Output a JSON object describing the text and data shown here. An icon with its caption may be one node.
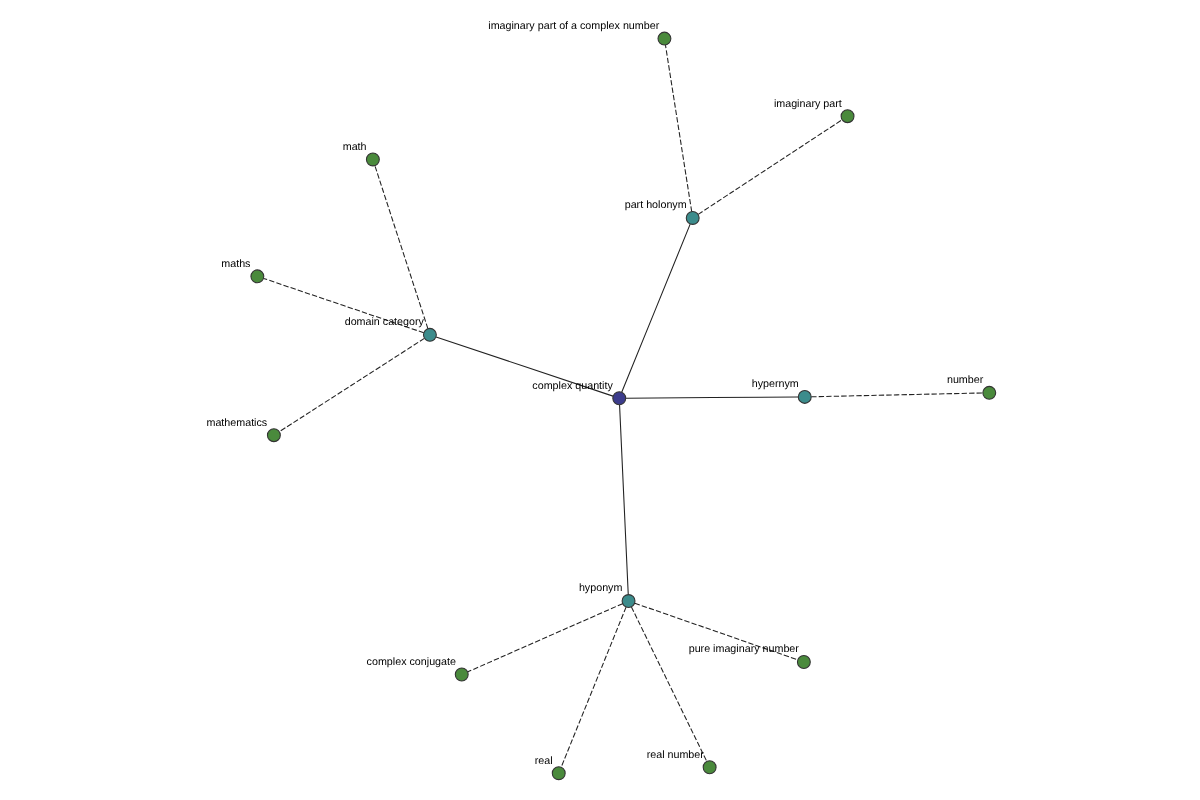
{
  "diagram": {
    "nodes": [
      {
        "text": [
          "complex quantity"
        ]
      },
      {
        "text": [
          "hyponym"
        ]
      },
      {
        "text": [
          "hypernym"
        ]
      },
      {
        "text": [
          "part holonym"
        ]
      },
      {
        "text": [
          "domain category"
        ]
      },
      {
        "text": [
          "complex conjugate"
        ]
      },
      {
        "text": [
          "real"
        ]
      },
      {
        "text": [
          "pure imaginary number"
        ]
      },
      {
        "text": [
          "real number"
        ]
      },
      {
        "text": [
          "mathematics"
        ]
      },
      {
        "text": [
          "maths"
        ]
      },
      {
        "text": [
          "math"
        ]
      },
      {
        "text": [
          "number"
        ]
      },
      {
        "text": [
          "imaginary part"
        ]
      },
      {
        "text": [
          "imaginary part of a complex number"
        ]
      }
    ],
    "edges": [
      {
        "from": 0,
        "to": 1,
        "arrow": "none"
      },
      {
        "from": 0,
        "to": 2,
        "arrow": "none"
      },
      {
        "from": 0,
        "to": 3,
        "arrow": "none"
      },
      {
        "from": 0,
        "to": 4,
        "arrow": "none"
      },
      {
        "from": 1,
        "to": 5,
        "arrow": "none",
        "style": "dashed"
      },
      {
        "from": 1,
        "to": 6,
        "arrow": "none",
        "style": "dashed"
      },
      {
        "from": 1,
        "to": 7,
        "arrow": "none",
        "style": "dashed"
      },
      {
        "from": 1,
        "to": 8,
        "arrow": "none",
        "style": "dashed"
      },
      {
        "from": 4,
        "to": 9,
        "arrow": "none",
        "style": "dashed"
      },
      {
        "from": 4,
        "to": 10,
        "arrow": "none",
        "style": "dashed"
      },
      {
        "from": 4,
        "to": 11,
        "arrow": "none",
        "style": "dashed"
      },
      {
        "from": 2,
        "to": 12,
        "arrow": "none",
        "style": "dashed"
      },
      {
        "from": 3,
        "to": 13,
        "arrow": "none",
        "style": "dashed"
      },
      {
        "from": 3,
        "to": 14,
        "arrow": "none",
        "style": "dashed"
      }
    ]
  }
}
